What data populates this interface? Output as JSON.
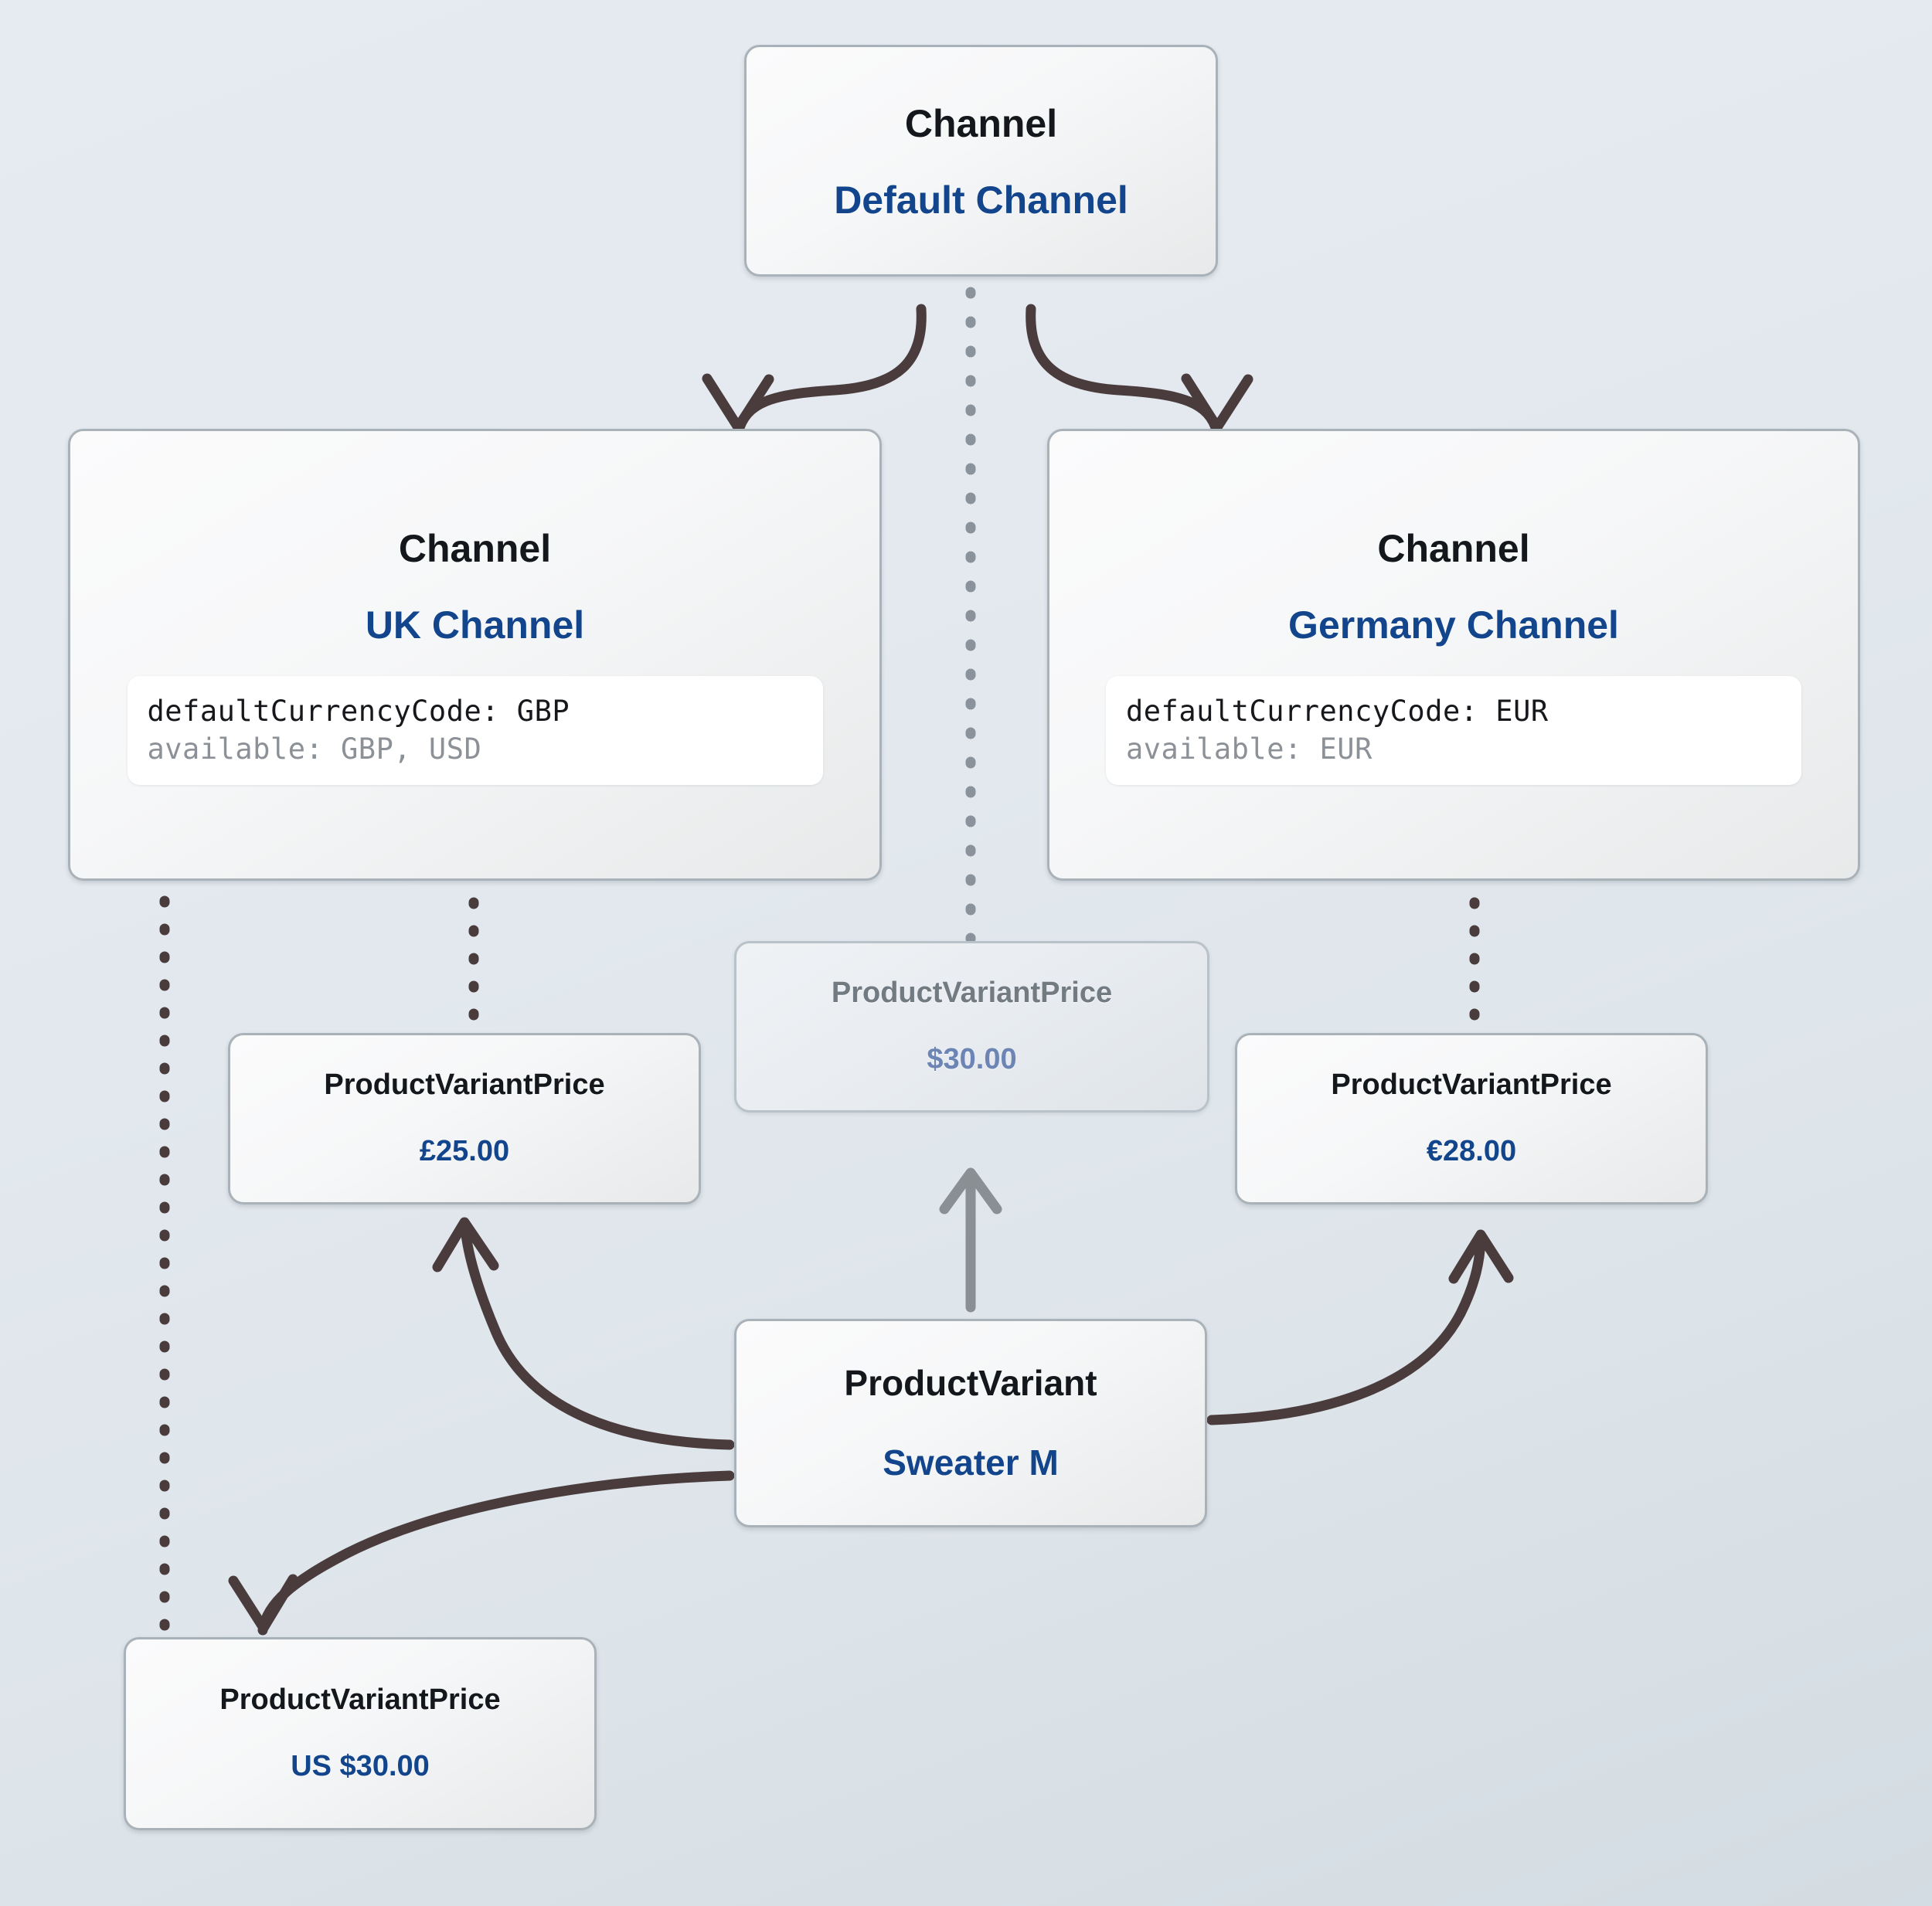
{
  "theme": {
    "background": "#e2e8ef",
    "node_border": "#a9b2b8",
    "type_text": "#14171c",
    "value_text": "#12458c",
    "ghost_type_text": "#727a82",
    "ghost_value_text": "#6d85b4",
    "arrow_dark": "#4a3c3c",
    "arrow_grey": "#8a8f93",
    "dotted_dark": "#4a3c3c",
    "dotted_grey": "#8a939c",
    "code_primary": "#16181c",
    "code_muted": "#8c9197"
  },
  "nodes": {
    "default_channel": {
      "type": "Channel",
      "value": "Default Channel"
    },
    "uk_channel": {
      "type": "Channel",
      "value": "UK Channel",
      "code": {
        "line1": "defaultCurrencyCode: GBP",
        "line2": "available: GBP, USD"
      }
    },
    "germany_channel": {
      "type": "Channel",
      "value": "Germany Channel",
      "code": {
        "line1": "defaultCurrencyCode: EUR",
        "line2": "available: EUR"
      }
    },
    "price_gbp": {
      "type": "ProductVariantPrice",
      "value": "£25.00"
    },
    "price_usd_ghost": {
      "type": "ProductVariantPrice",
      "value": "$30.00"
    },
    "price_eur": {
      "type": "ProductVariantPrice",
      "value": "€28.00"
    },
    "variant": {
      "type": "ProductVariant",
      "value": "Sweater M"
    },
    "price_us": {
      "type": "ProductVariantPrice",
      "value": "US $30.00"
    }
  },
  "connections": [
    {
      "from": "default_channel",
      "to": "uk_channel",
      "style": "curved-arrow",
      "color": "dark"
    },
    {
      "from": "default_channel",
      "to": "germany_channel",
      "style": "curved-arrow",
      "color": "dark"
    },
    {
      "from": "default_channel",
      "to": "price_usd_ghost",
      "style": "dotted",
      "color": "grey"
    },
    {
      "from": "uk_channel",
      "to": "price_us",
      "style": "dotted",
      "color": "dark"
    },
    {
      "from": "uk_channel",
      "to": "price_gbp",
      "style": "dotted",
      "color": "dark"
    },
    {
      "from": "germany_channel",
      "to": "price_eur",
      "style": "dotted",
      "color": "dark"
    },
    {
      "from": "variant",
      "to": "price_gbp",
      "style": "curved-arrow",
      "color": "dark"
    },
    {
      "from": "variant",
      "to": "price_usd_ghost",
      "style": "straight-arrow",
      "color": "grey"
    },
    {
      "from": "variant",
      "to": "price_eur",
      "style": "curved-arrow",
      "color": "dark"
    },
    {
      "from": "variant",
      "to": "price_us",
      "style": "curved-arrow",
      "color": "dark"
    }
  ]
}
